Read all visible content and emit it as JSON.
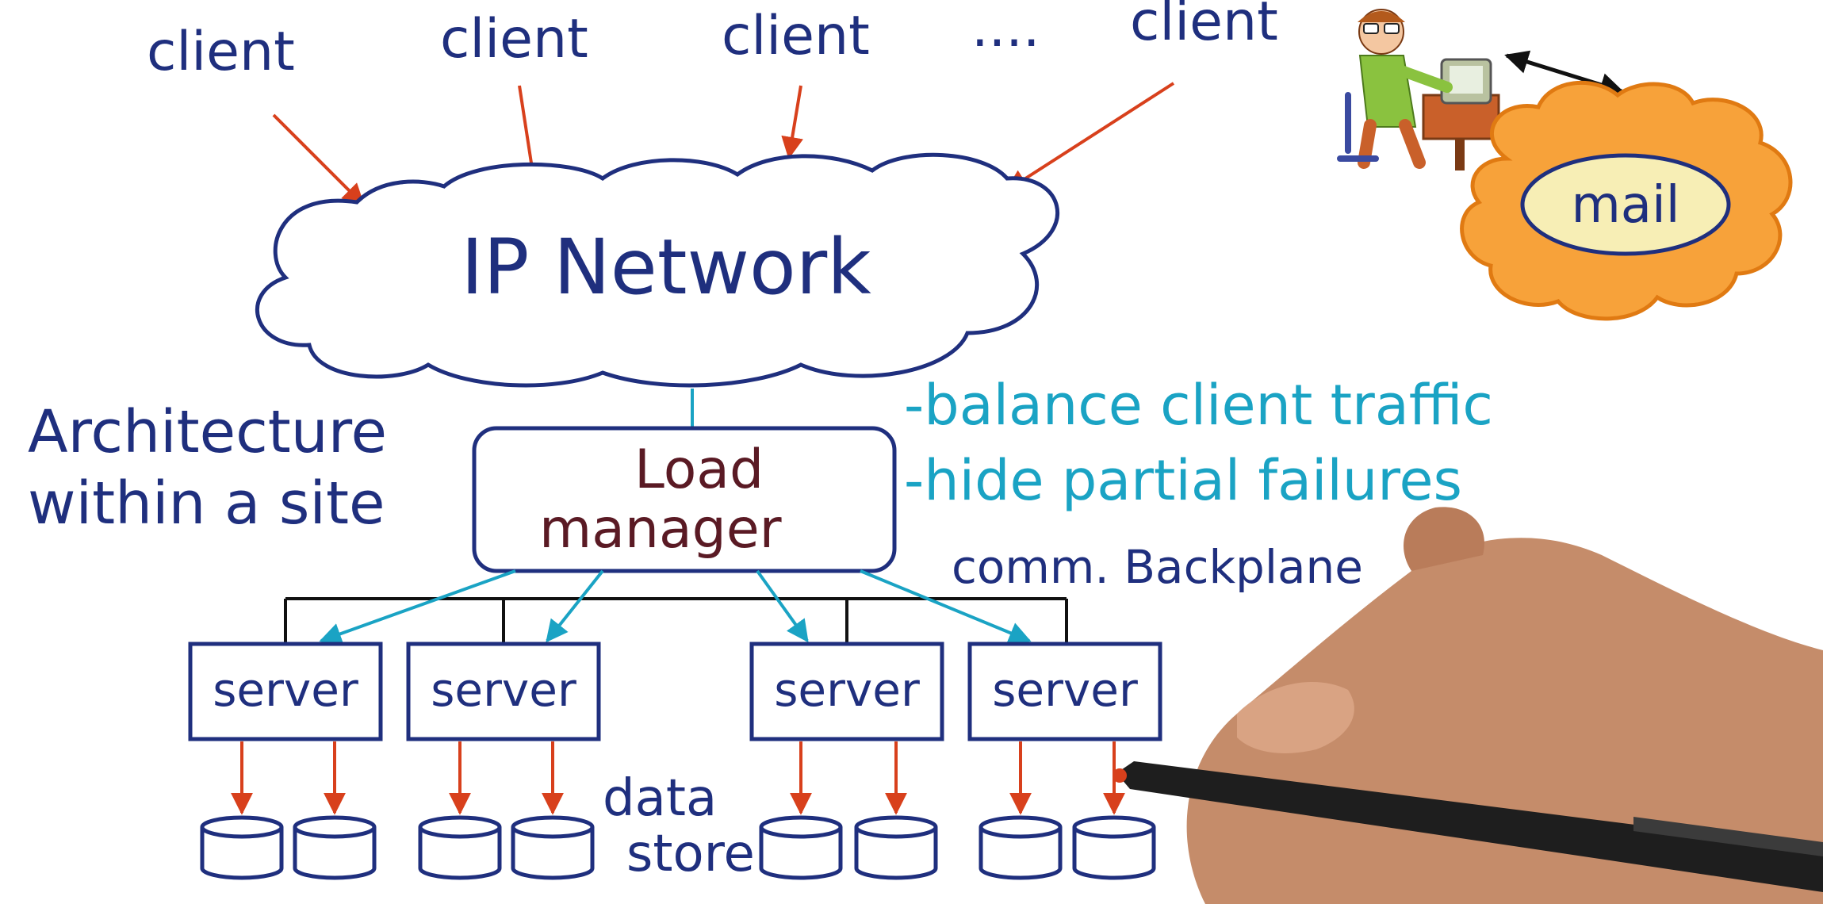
{
  "clients": [
    "client",
    "client",
    "client",
    "client"
  ],
  "client_ellipsis": "....",
  "network_label": "IP Network",
  "architecture_label_line1": "Architecture",
  "architecture_label_line2": "within a site",
  "load_manager_line1": "Load",
  "load_manager_line2": "manager",
  "notes": [
    "-balance client traffic",
    "-hide partial failures"
  ],
  "backplane_label": "comm. Backplane",
  "servers": [
    "server",
    "server",
    "server",
    "server"
  ],
  "data_store_line1": "data",
  "data_store_line2": "store",
  "mail_label": "mail",
  "colors": {
    "ink_navy": "#1f2f7e",
    "arrow_red": "#d8401c",
    "note_teal": "#1aa3c4",
    "load_manager_text": "#5a1a24",
    "mail_cloud": "#f7a23a"
  }
}
